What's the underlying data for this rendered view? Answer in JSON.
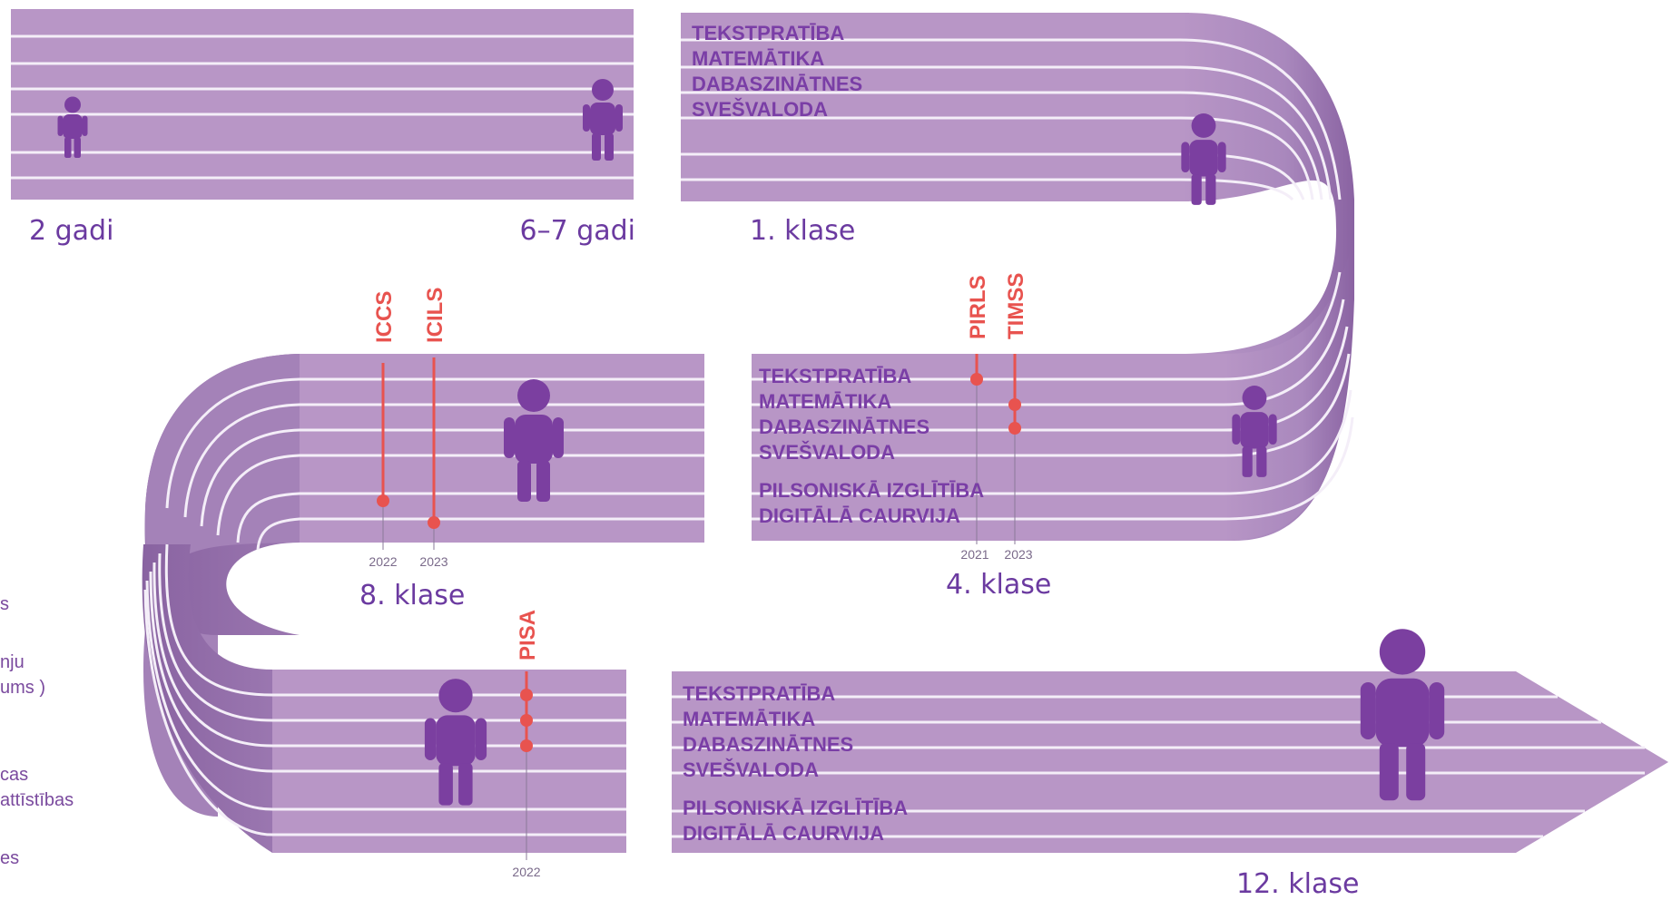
{
  "colors": {
    "band": "#b896c6",
    "band_dark": "#a37fb7",
    "band_shadow": "#8f68a6",
    "stripe": "#f4eef8",
    "person": "#7b3fa0",
    "study": "#e8534f",
    "label": "#6b3aa0"
  },
  "stage_labels": {
    "age_2": "2 gadi",
    "age_6_7": "6–7 gadi",
    "grade_1": "1. klase",
    "grade_4": "4. klase",
    "grade_8": "8. klase",
    "grade_12": "12. klase"
  },
  "subjects_grade_1": [
    "TEKSTPRATĪBA",
    "MATEMĀTIKA",
    "DABASZINĀTNES",
    "SVEŠVALODA"
  ],
  "subjects_grade_4": [
    "TEKSTPRATĪBA",
    "MATEMĀTIKA",
    "DABASZINĀTNES",
    "SVEŠVALODA",
    "PILSONISKĀ IZGLĪTĪBA",
    "DIGITĀLĀ CAURVIJA"
  ],
  "subjects_grade_12": [
    "TEKSTPRATĪBA",
    "MATEMĀTIKA",
    "DABASZINĀTNES",
    "SVEŠVALODA",
    "PILSONISKĀ IZGLĪTĪBA",
    "DIGITĀLĀ CAURVIJA"
  ],
  "studies": {
    "pirls": {
      "name": "PIRLS",
      "year": "2021"
    },
    "timss": {
      "name": "TIMSS",
      "year": "2023"
    },
    "iccs": {
      "name": "ICCS",
      "year": "2022"
    },
    "icils": {
      "name": "ICILS",
      "year": "2023"
    },
    "pisa": {
      "name": "PISA",
      "year": "2022"
    }
  },
  "legend_fragments": [
    "s",
    "nju",
    "ums )",
    "cas",
    "attīstības",
    "es"
  ],
  "icons": [
    "person-icon"
  ]
}
